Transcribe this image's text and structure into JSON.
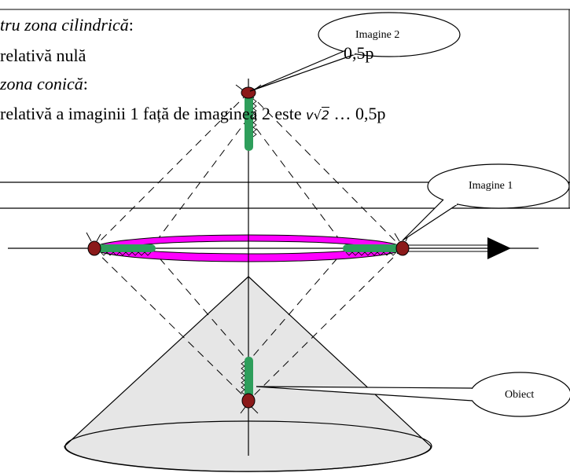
{
  "text_lines": {
    "line1_label": "tru zona cilindrică",
    "line1_colon": ":",
    "line2": "relativă nulă",
    "line2_points": "0,5p",
    "line3_label": "zona conică",
    "line3_colon": ":",
    "line4_prefix": "relativă a imaginii 1 față de imaginea 2  este ",
    "line4_v": "v",
    "line4_radicand": "2",
    "line4_suffix": " … 0,5p"
  },
  "callouts": {
    "imagine2": "Imagine 2",
    "imagine1": "Imagine 1",
    "obiect": "Obiect"
  },
  "colors": {
    "ellipse_fill": "#ff00ff",
    "cone_fill": "#e6e6e6",
    "insect_body": "#2e9e5b",
    "insect_head": "#8b1a1a"
  }
}
